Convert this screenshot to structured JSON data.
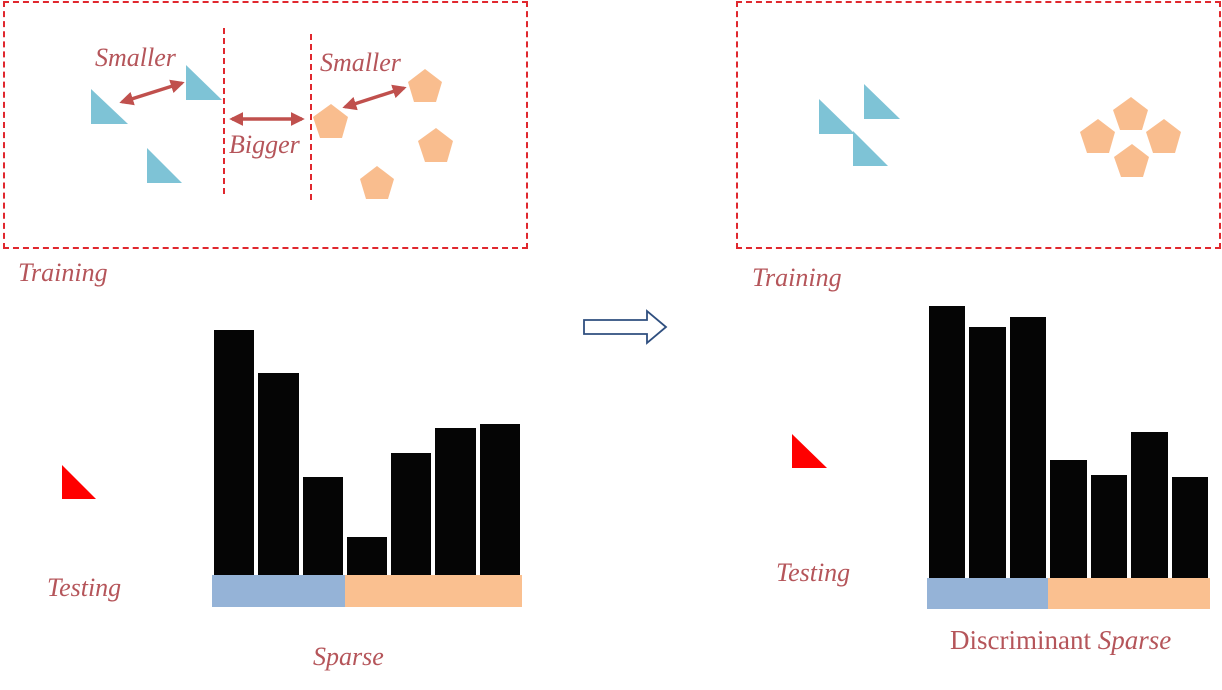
{
  "left_panel": {
    "labels": {
      "smaller_left": "Smaller",
      "smaller_right": "Smaller",
      "bigger": "Bigger",
      "training": "Training",
      "testing": "Testing",
      "sparse": "Sparse"
    },
    "histogram": {
      "values": [
        245,
        202,
        98,
        38,
        122,
        147,
        151
      ],
      "class_split": 3
    }
  },
  "right_panel": {
    "labels": {
      "training": "Training",
      "testing": "Testing",
      "caption_prefix": "Discriminant",
      "caption_italic": "Sparse"
    },
    "histogram": {
      "values": [
        272,
        251,
        261,
        118,
        103,
        146,
        101
      ],
      "class_split": 3
    }
  },
  "colors": {
    "dashed_border": "#e0282e",
    "label_text": "#b5555a",
    "triangle_class": "#7ec3d6",
    "pentagon_class": "#f9bd8e",
    "test_sample": "#ff0000",
    "arrow_double": "#c0504d",
    "class_bar_blue": "#95b3d7",
    "class_bar_orange": "#fac090",
    "transition_arrow": "#2f4f7f"
  },
  "icons": {
    "triangle": "right-triangle-icon",
    "pentagon": "pentagon-icon",
    "transition": "hollow-right-arrow-icon"
  }
}
